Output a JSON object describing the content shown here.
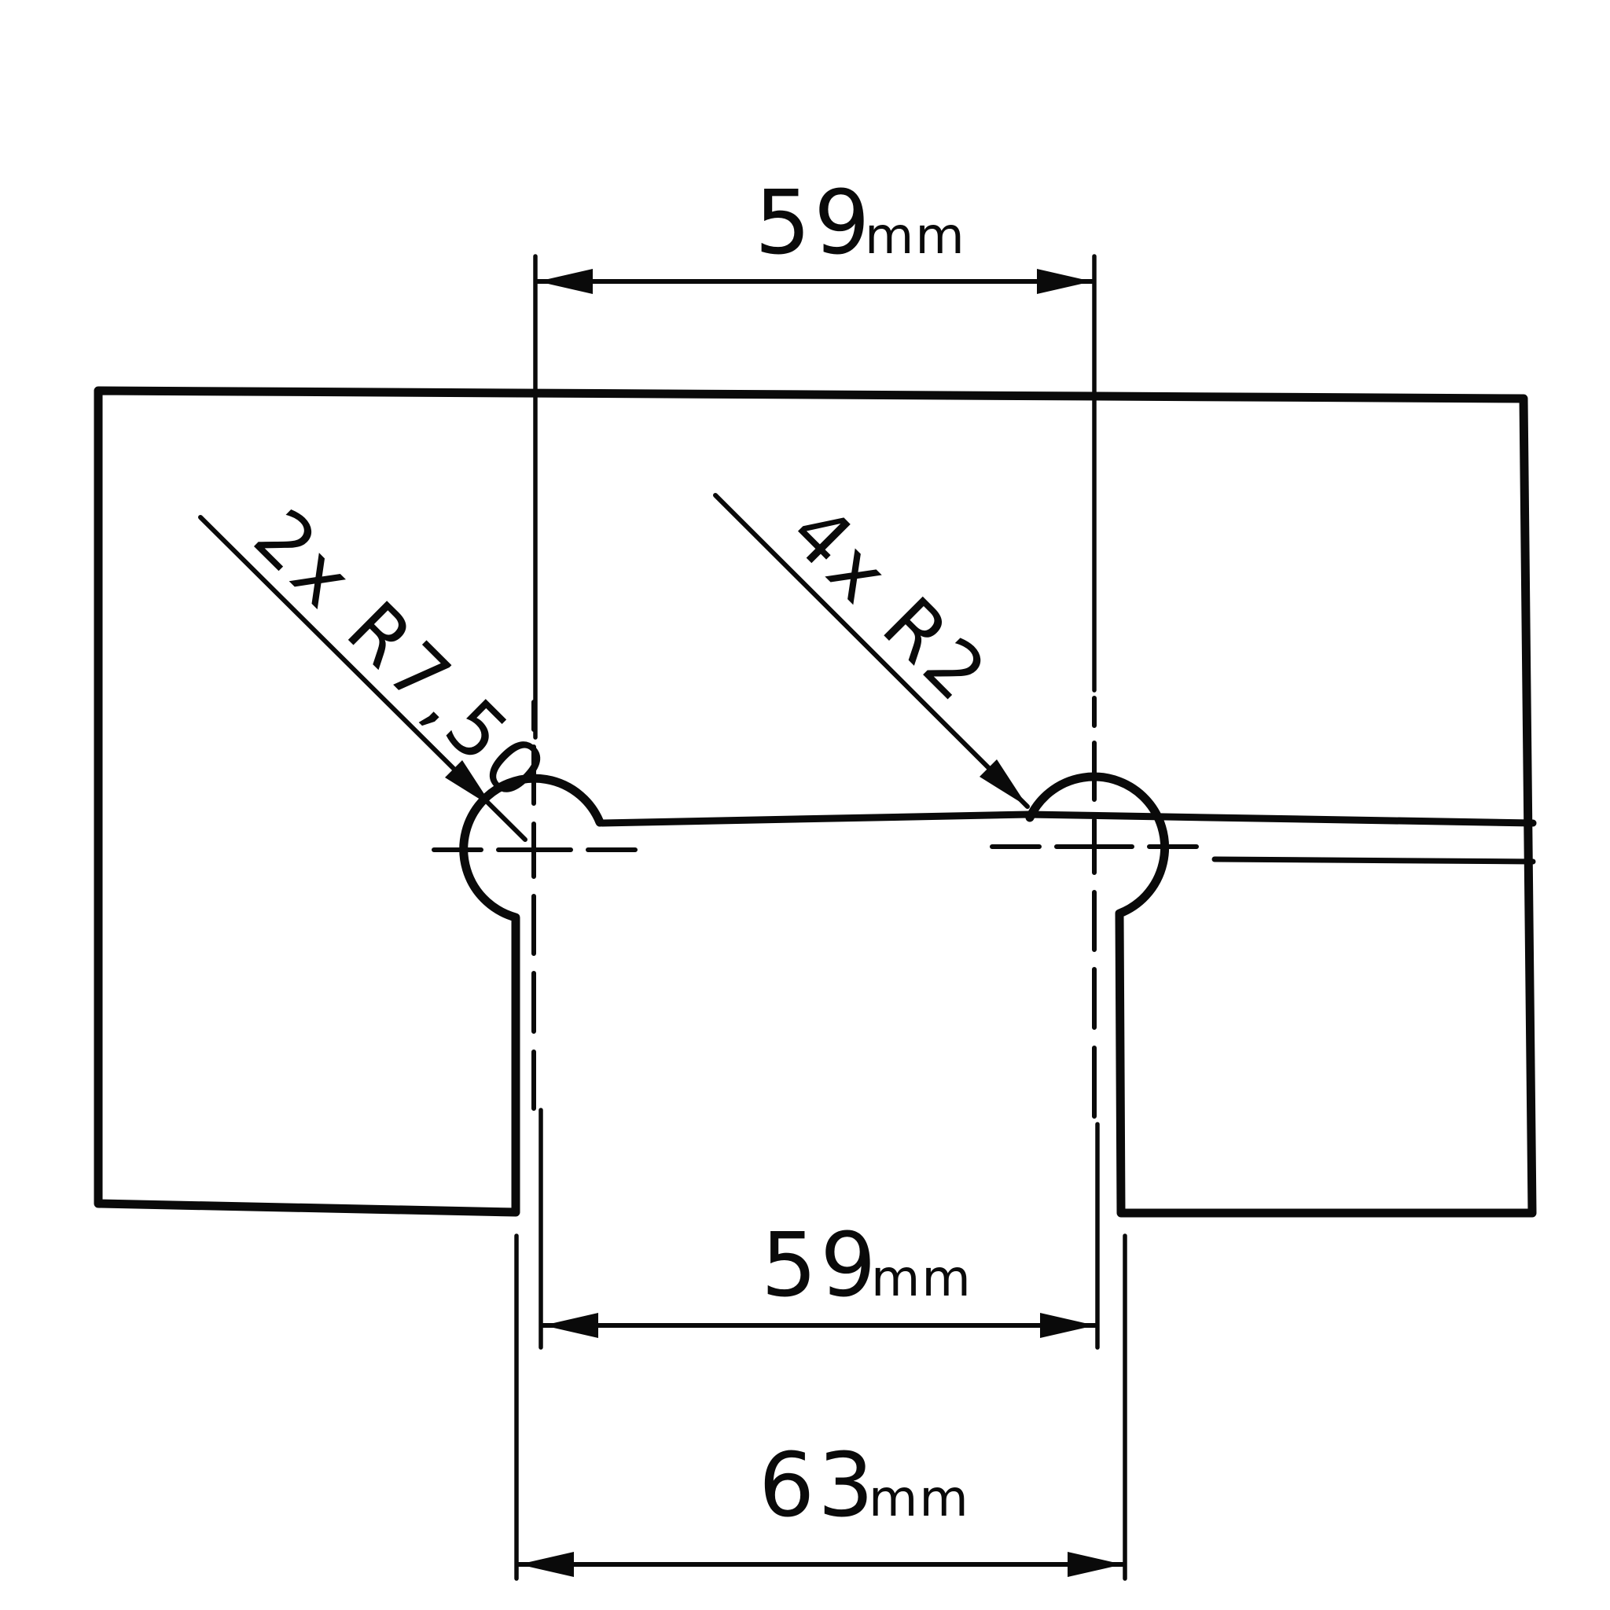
{
  "drawing": {
    "kind": "technical-drawing",
    "colors": {
      "ink": "#0a0a0a",
      "paper": "#ffffff"
    },
    "dimensions": {
      "top_center_distance": {
        "value": "59",
        "unit": "mm"
      },
      "bottom_center_distance": {
        "value": "59",
        "unit": "mm"
      },
      "bottom_outer_width": {
        "value": "63",
        "unit": "mm"
      }
    },
    "callouts": {
      "keyhole_radius": "2x R7,50",
      "fillet_radius": "4x R2"
    }
  }
}
